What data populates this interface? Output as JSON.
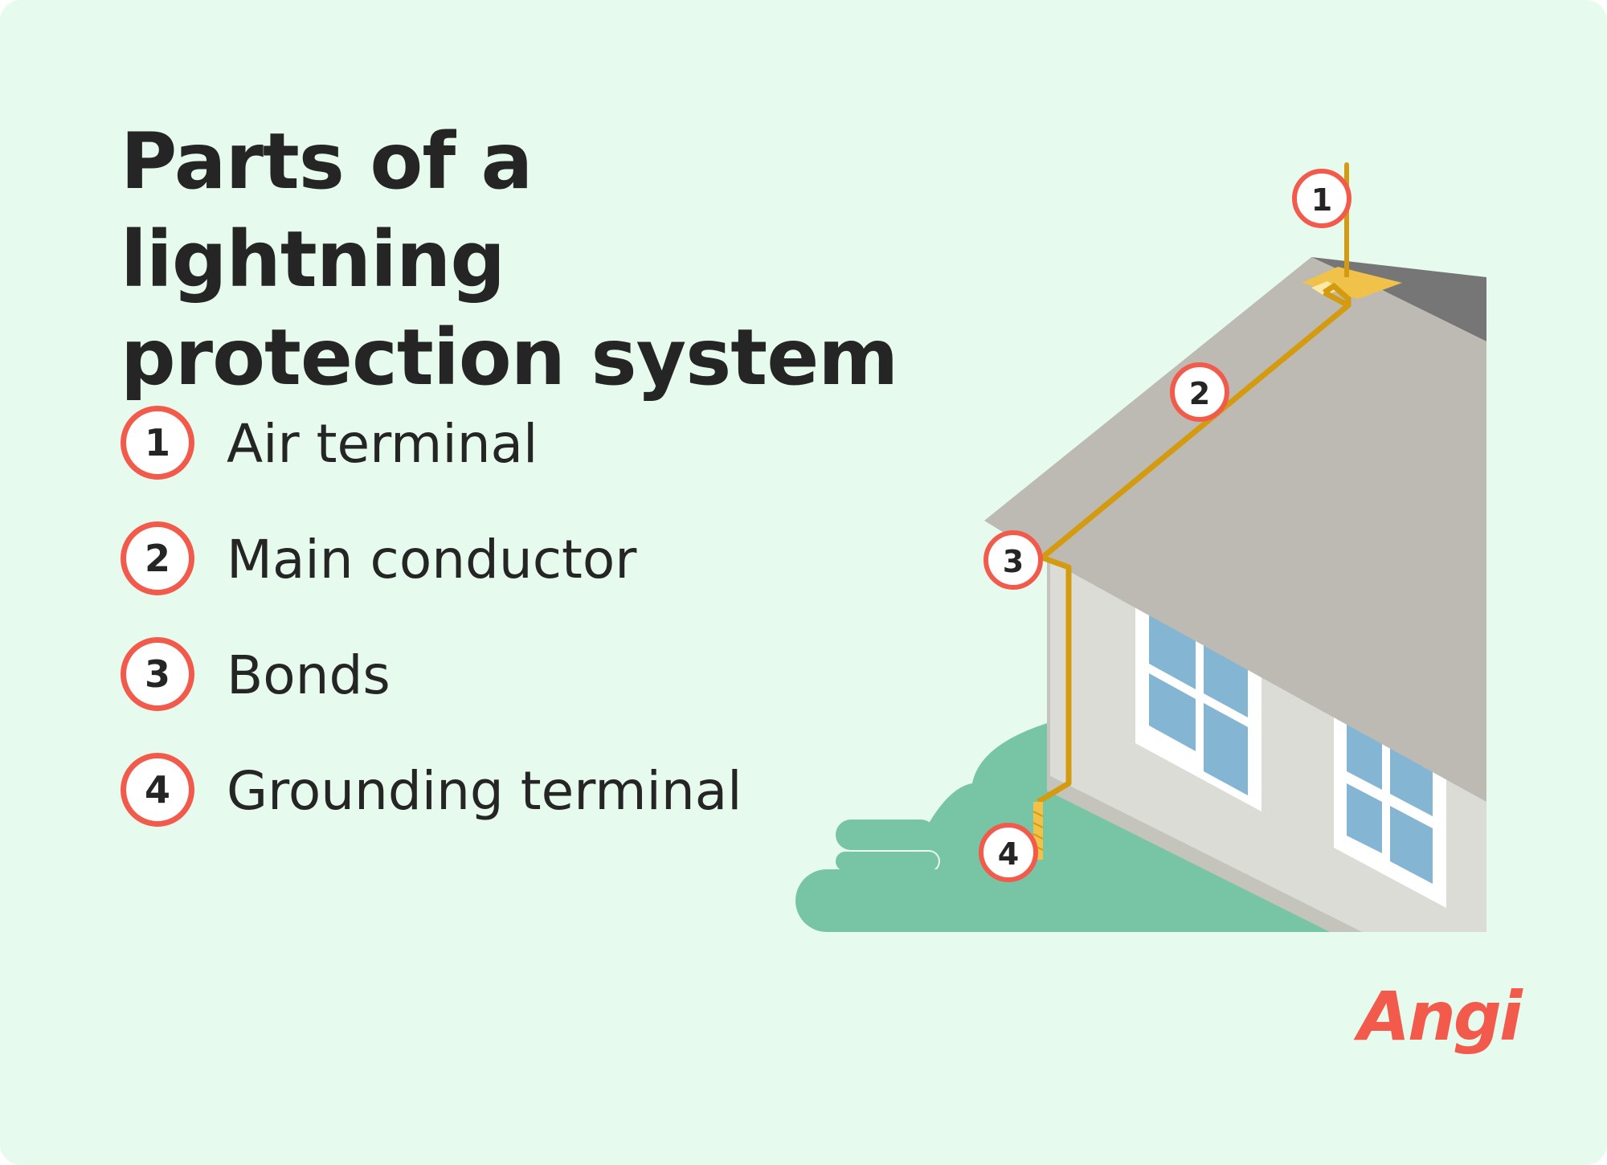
{
  "title": {
    "line1": "Parts of a lightning",
    "line2": "protection system"
  },
  "legend": [
    {
      "number": "1",
      "label": "Air terminal"
    },
    {
      "number": "2",
      "label": "Main conductor"
    },
    {
      "number": "3",
      "label": "Bonds"
    },
    {
      "number": "4",
      "label": "Grounding terminal"
    }
  ],
  "markers": [
    "1",
    "2",
    "3",
    "4"
  ],
  "logo": "Angi",
  "colors": {
    "background": "#e6fbee",
    "accent": "#f25a4b",
    "text": "#252525",
    "roof": "#bdbab3",
    "wall": "#dcdcd6",
    "window_glass": "#84b5d3",
    "grass": "#77c5a5",
    "conductor": "#d49b10"
  }
}
